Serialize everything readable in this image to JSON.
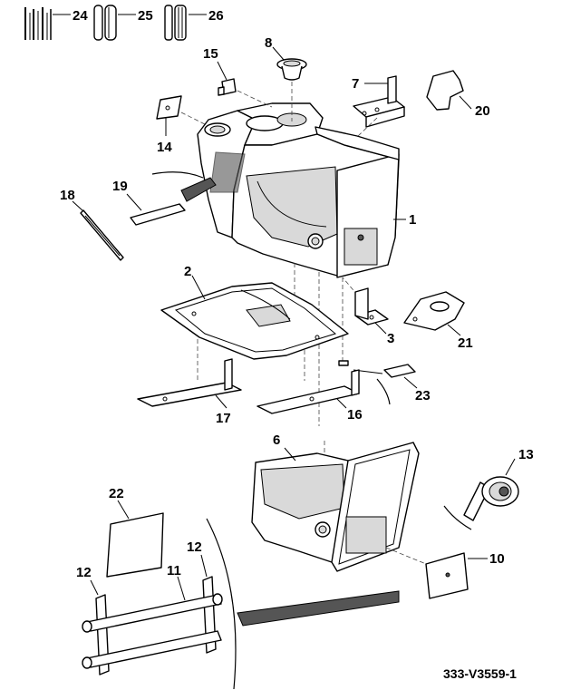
{
  "figure": {
    "reference": "333-V3559-1",
    "callouts": [
      {
        "id": "c1",
        "label": "1"
      },
      {
        "id": "c2",
        "label": "2"
      },
      {
        "id": "c3",
        "label": "3"
      },
      {
        "id": "c6",
        "label": "6"
      },
      {
        "id": "c7",
        "label": "7"
      },
      {
        "id": "c8",
        "label": "8"
      },
      {
        "id": "c10",
        "label": "10"
      },
      {
        "id": "c11",
        "label": "11"
      },
      {
        "id": "c12a",
        "label": "12"
      },
      {
        "id": "c12b",
        "label": "12"
      },
      {
        "id": "c13",
        "label": "13"
      },
      {
        "id": "c14",
        "label": "14"
      },
      {
        "id": "c15",
        "label": "15"
      },
      {
        "id": "c16",
        "label": "16"
      },
      {
        "id": "c17",
        "label": "17"
      },
      {
        "id": "c18",
        "label": "18"
      },
      {
        "id": "c19",
        "label": "19"
      },
      {
        "id": "c20",
        "label": "20"
      },
      {
        "id": "c21",
        "label": "21"
      },
      {
        "id": "c22",
        "label": "22"
      },
      {
        "id": "c23",
        "label": "23"
      },
      {
        "id": "c24",
        "label": "24"
      },
      {
        "id": "c25",
        "label": "25"
      },
      {
        "id": "c26",
        "label": "26"
      }
    ]
  }
}
